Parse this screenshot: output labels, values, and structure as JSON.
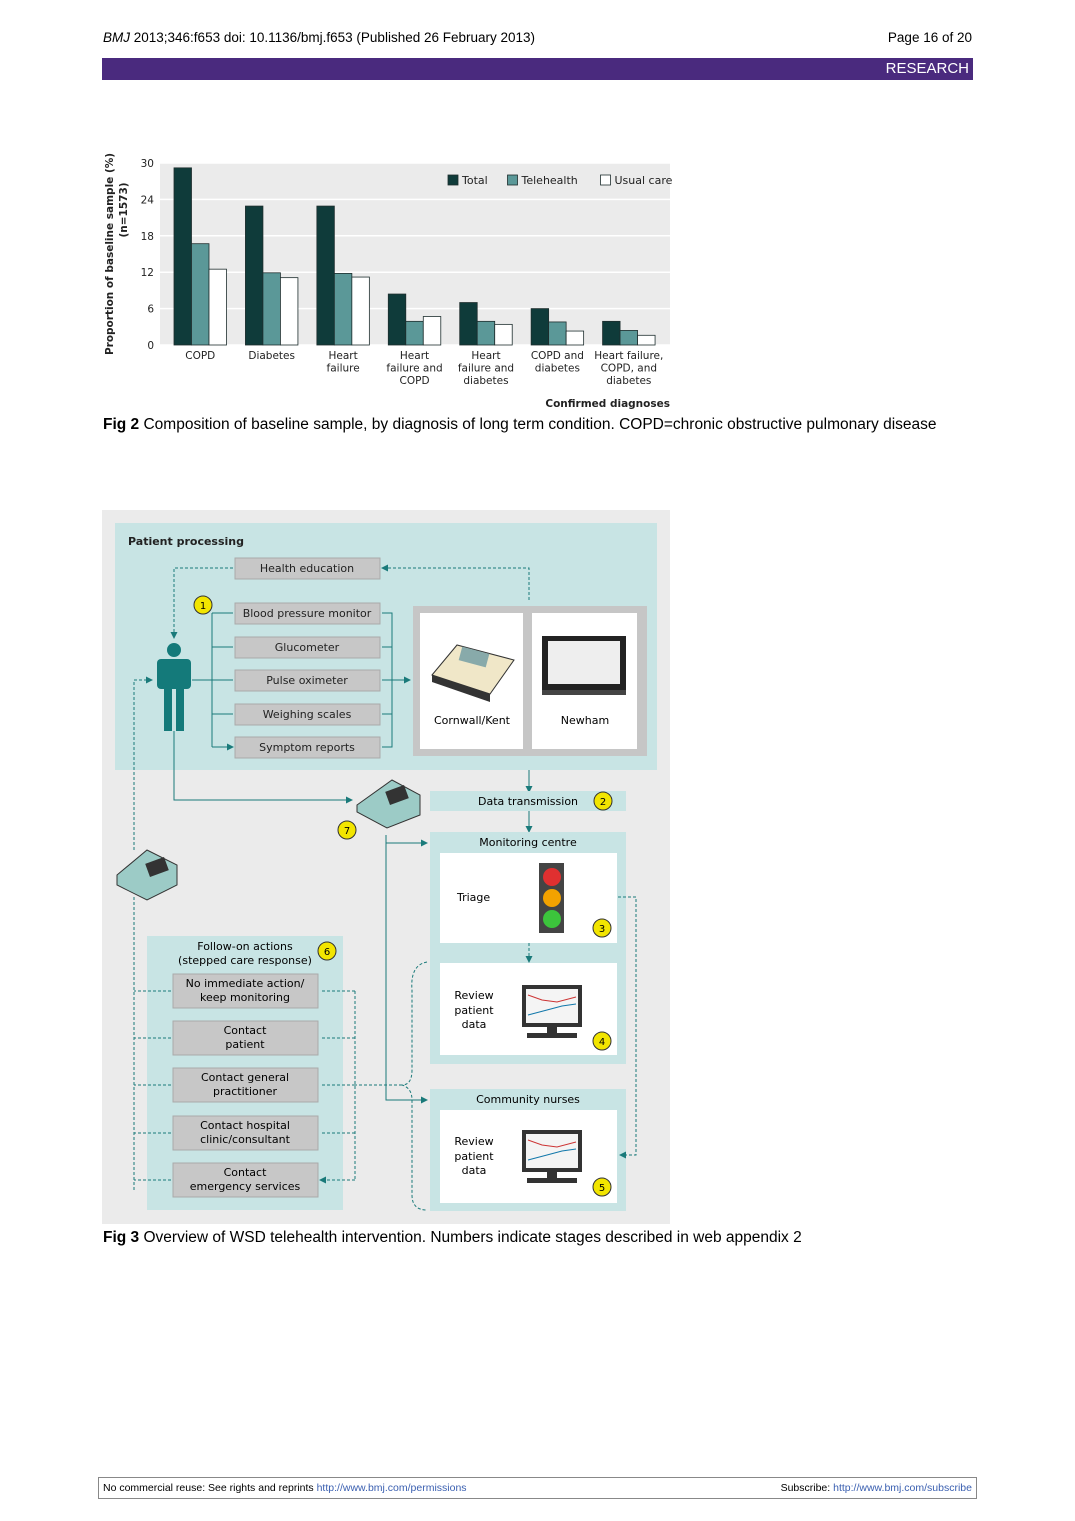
{
  "header": {
    "journal": "BMJ",
    "citation": " 2013;346:f653 doi: 10.1136/bmj.f653 (Published 26 February 2013)",
    "page": "Page 16 of 20",
    "section": "RESEARCH"
  },
  "chart_data": {
    "type": "bar",
    "categories": [
      [
        "COPD"
      ],
      [
        "Diabetes"
      ],
      [
        "Heart",
        "failure"
      ],
      [
        "Heart",
        "failure and",
        "COPD"
      ],
      [
        "Heart",
        "failure and",
        "diabetes"
      ],
      [
        "COPD and",
        "diabetes"
      ],
      [
        "Heart failure,",
        "COPD, and",
        "diabetes"
      ]
    ],
    "series": [
      {
        "name": "Total",
        "color": "#0f3b3a",
        "values": [
          29.2,
          22.9,
          22.9,
          8.4,
          7.0,
          6.0,
          3.9
        ]
      },
      {
        "name": "Telehealth",
        "color": "#5b9898",
        "values": [
          16.7,
          11.9,
          11.8,
          3.9,
          3.9,
          3.8,
          2.4
        ]
      },
      {
        "name": "Usual care",
        "color": "#ffffff",
        "values": [
          12.5,
          11.1,
          11.2,
          4.7,
          3.4,
          2.3,
          1.6
        ]
      }
    ],
    "ylabel": [
      "Proportion of baseline sample (%)",
      "(n=1573)"
    ],
    "xlabel": "Confirmed diagnoses",
    "yticks": [
      "0",
      "6",
      "12",
      "18",
      "24",
      "30"
    ],
    "ylim": [
      0,
      30
    ],
    "grid": true,
    "legend": "top-right"
  },
  "fig2": {
    "label": "Fig 2",
    "text": " Composition of baseline sample, by diagnosis of long term condition. COPD=chronic obstructive pulmonary disease"
  },
  "diagram": {
    "patient_processing": "Patient processing",
    "health_education": "Health education",
    "devices": [
      "Blood pressure monitor",
      "Glucometer",
      "Pulse oximeter",
      "Weighing scales",
      "Symptom reports"
    ],
    "site_a": "Cornwall/Kent",
    "site_b": "Newham",
    "data_transmission": "Data transmission",
    "monitoring_centre": "Monitoring centre",
    "triage": "Triage",
    "review": [
      "Review",
      "patient",
      "data"
    ],
    "community_nurses": "Community nurses",
    "follow_on": [
      "Follow-on actions",
      "(stepped care response)"
    ],
    "actions": [
      [
        "No immediate action/",
        "keep monitoring"
      ],
      [
        "Contact",
        "patient"
      ],
      [
        "Contact general",
        "practitioner"
      ],
      [
        "Contact hospital",
        "clinic/consultant"
      ],
      [
        "Contact",
        "emergency services"
      ]
    ],
    "stages": [
      "1",
      "2",
      "3",
      "4",
      "5",
      "6",
      "7"
    ]
  },
  "fig3": {
    "label": "Fig 3",
    "text": " Overview of WSD telehealth intervention. Numbers indicate stages described in web appendix 2"
  },
  "footer": {
    "left": "No commercial reuse: See rights and reprints ",
    "left_link": "http://www.bmj.com/permissions",
    "right": "Subscribe: ",
    "right_link": "http://www.bmj.com/subscribe"
  }
}
